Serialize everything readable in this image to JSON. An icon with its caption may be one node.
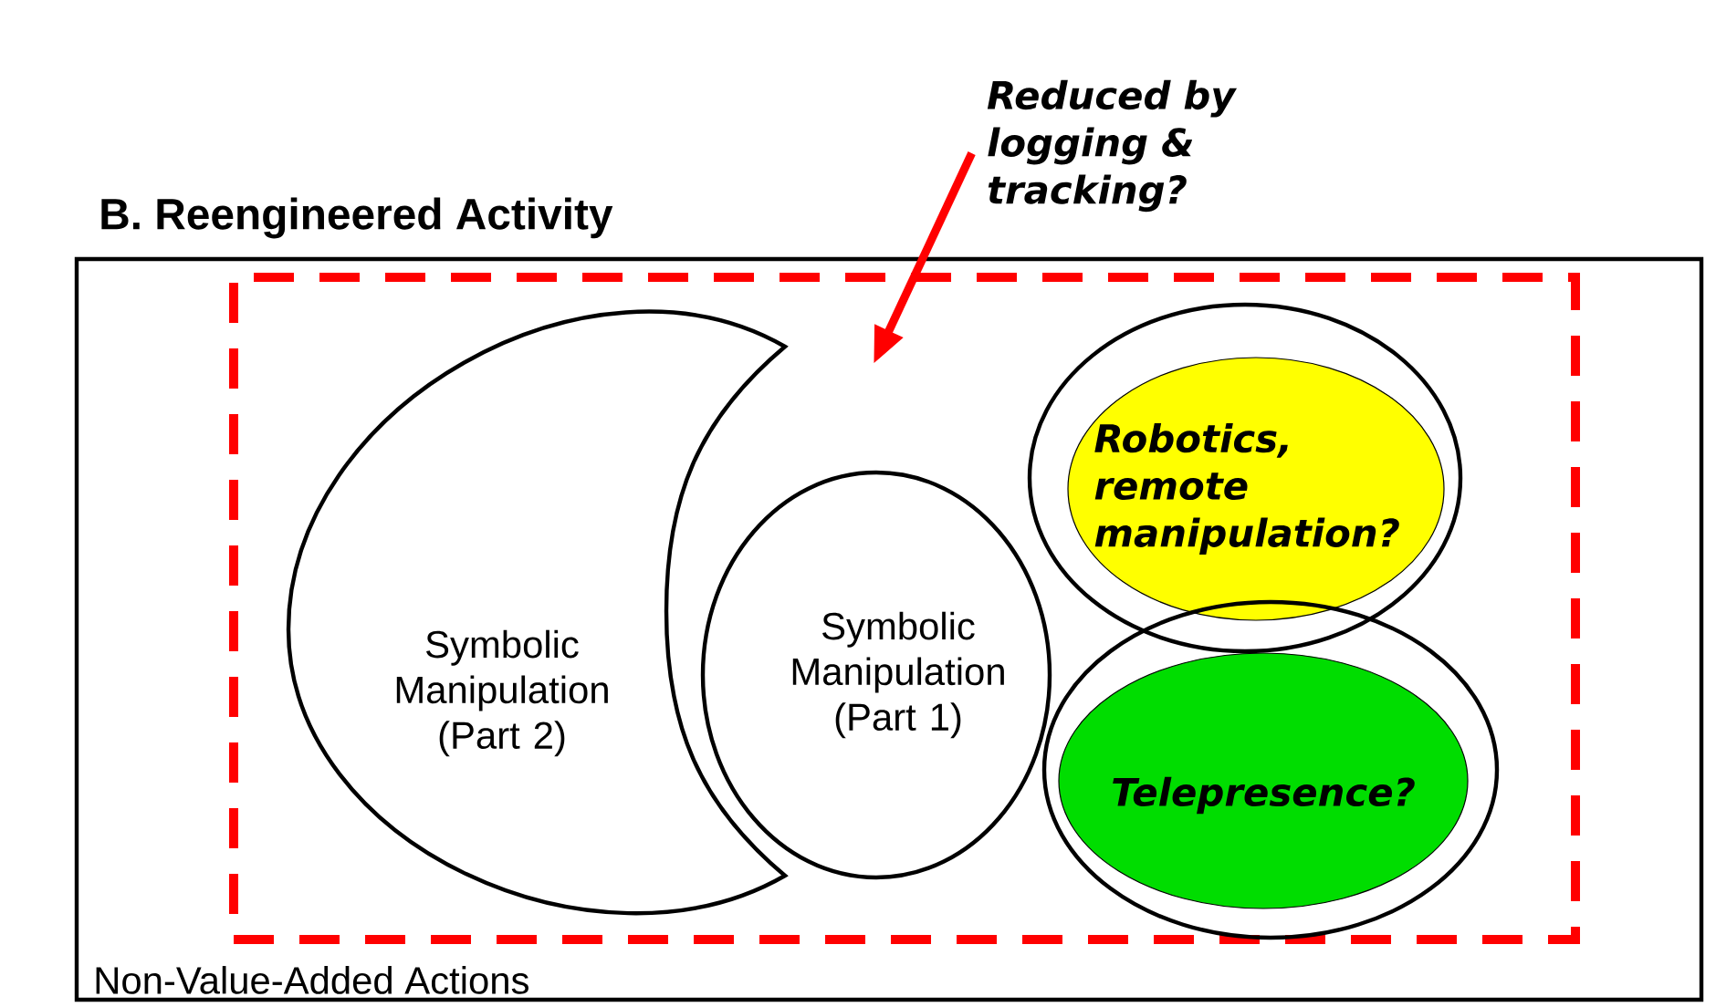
{
  "diagram": {
    "nodes": [
      {
        "text": [
          "B. Reengineered Activity",
          "Non-Value-Added Actions"
        ]
      },
      {
        "text": [],
        "shape": "box",
        "in": 0
      },
      {
        "text": [
          "Symbolic Manipulation (Part 2)"
        ],
        "in": 1
      },
      {
        "text": [
          "Symbolic Manipulation (Part 1)"
        ],
        "in": 1
      },
      {
        "text": [],
        "shape": "circle",
        "in": 1
      },
      {
        "text": [
          "Robotics, remote manipulation?"
        ],
        "in": 4
      },
      {
        "text": [],
        "shape": "circle",
        "in": 1
      },
      {
        "text": [
          "Telepresence?"
        ],
        "in": 6
      },
      {
        "text": [
          "Reduced by logging & tracking?"
        ]
      }
    ],
    "edges": [
      {
        "from": 8,
        "to": 1,
        "arrow": "to",
        "color": "#ff0000"
      }
    ]
  }
}
